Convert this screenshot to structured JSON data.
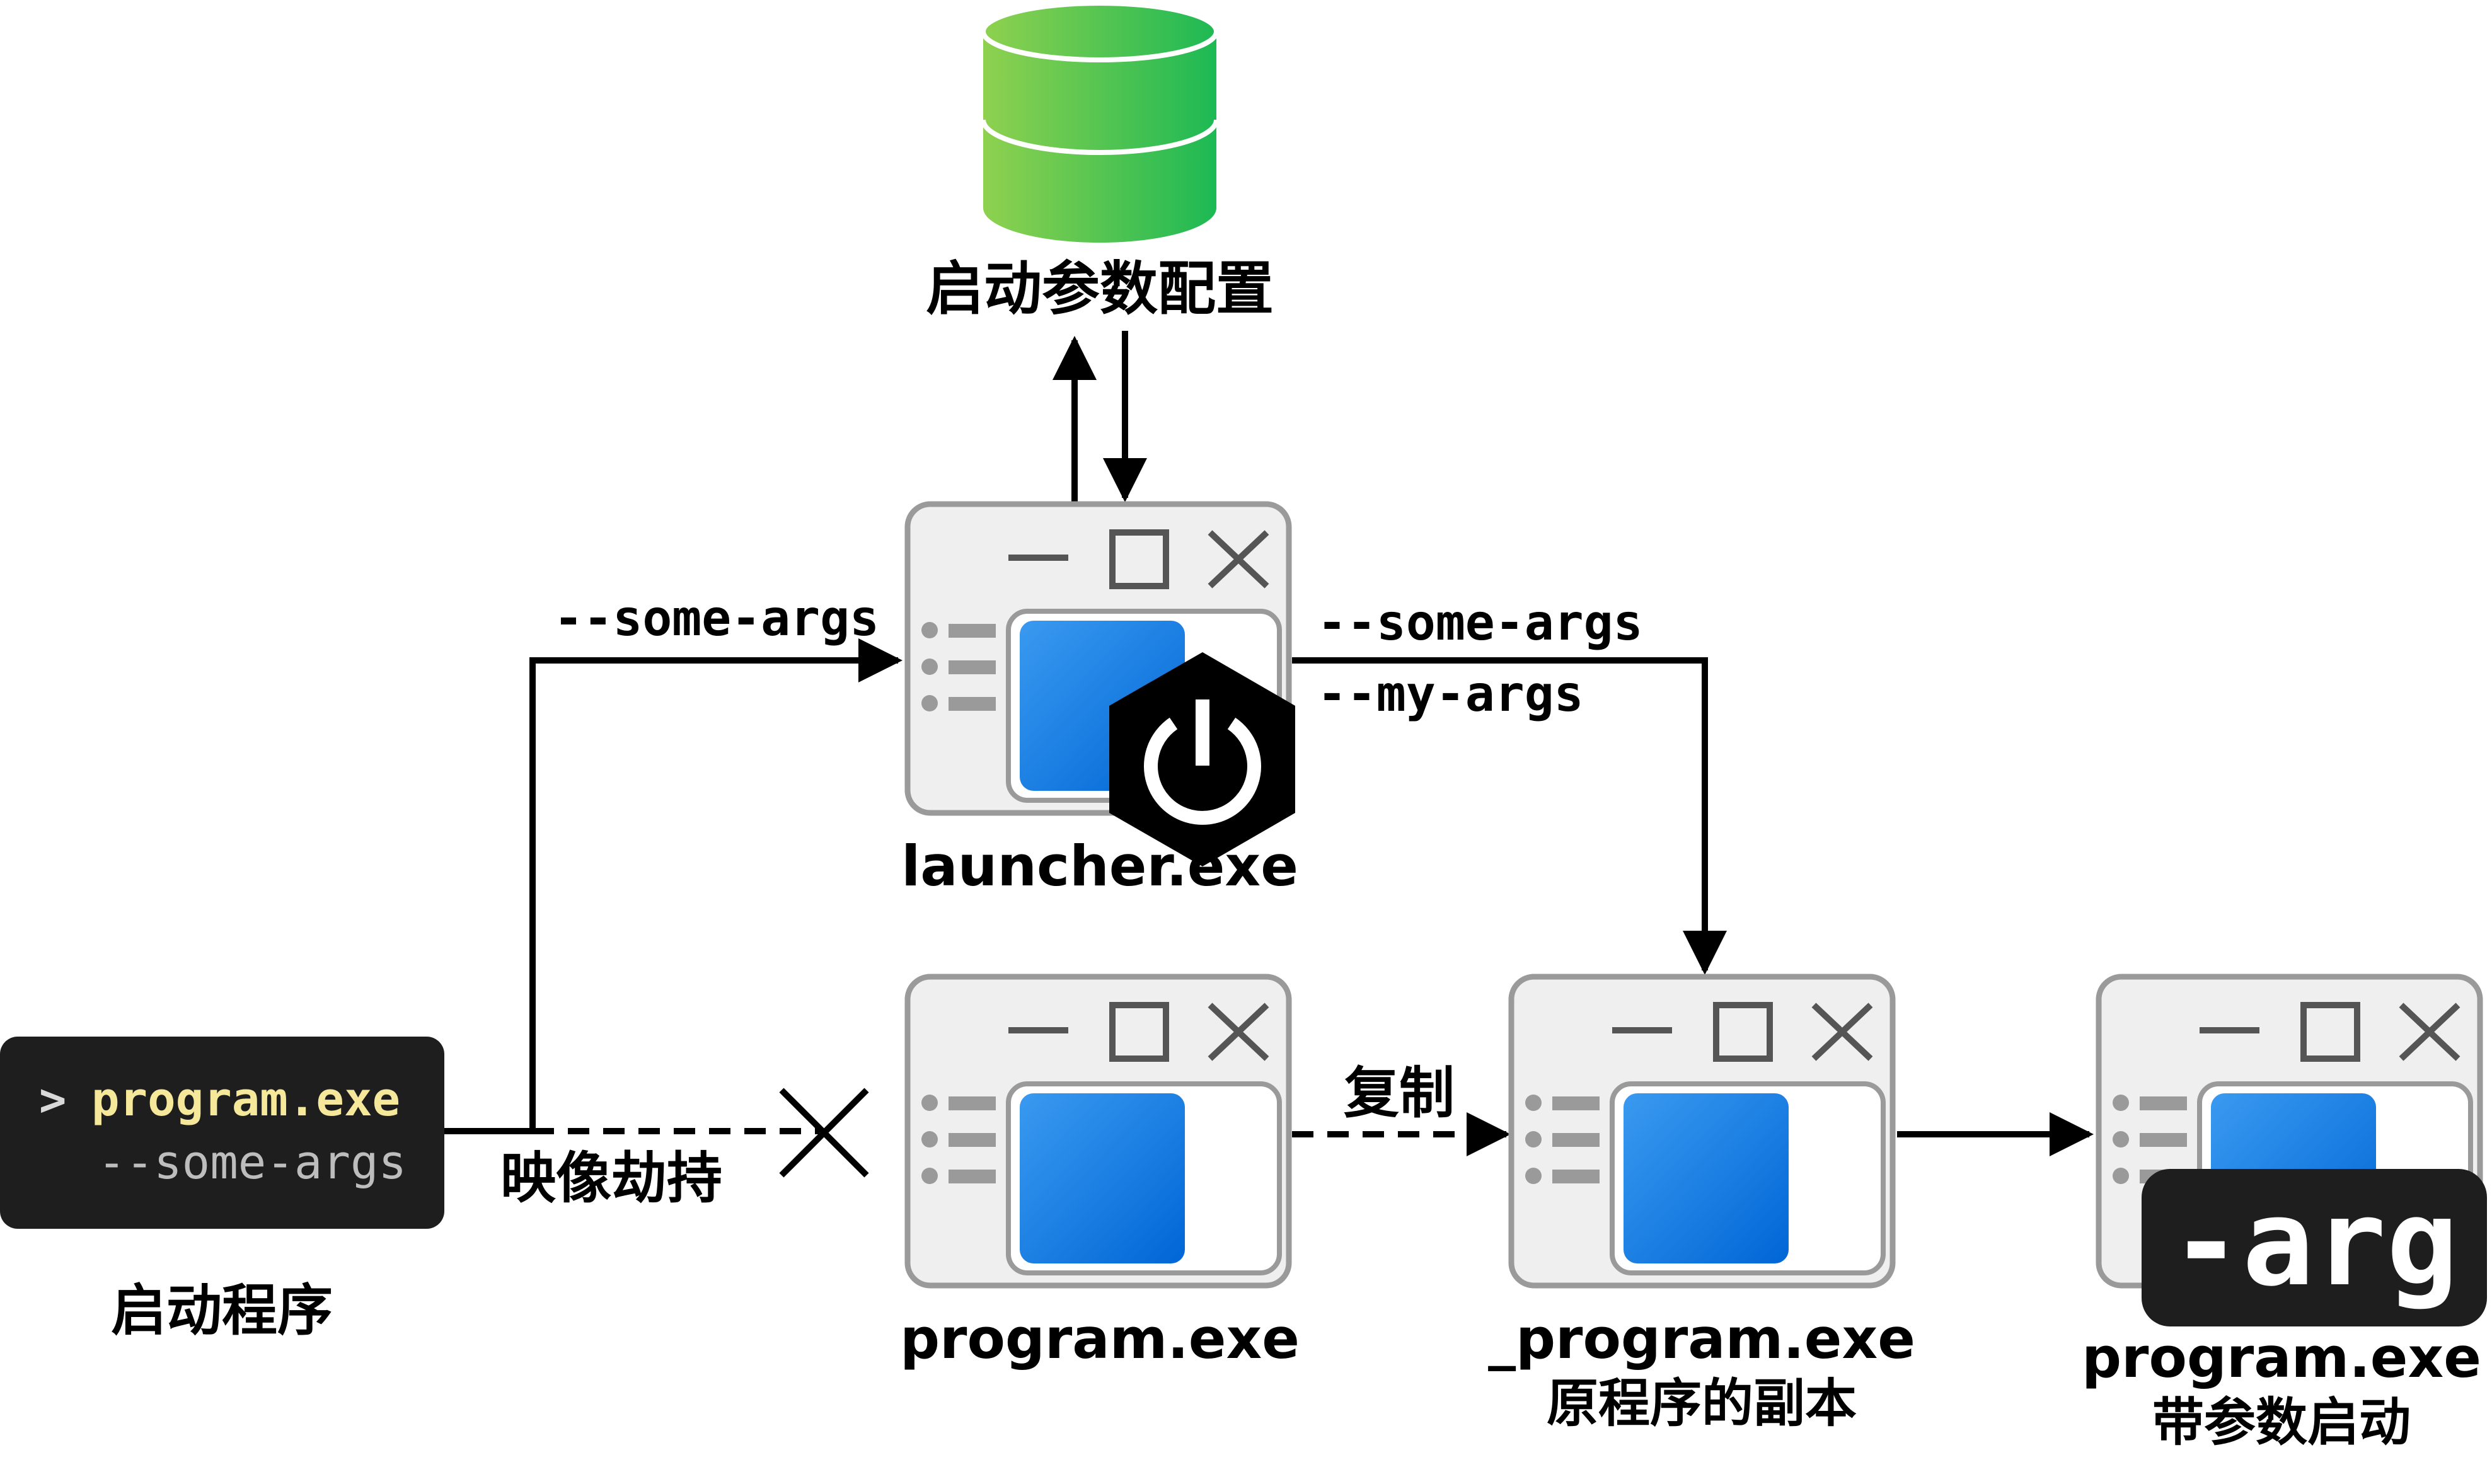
{
  "database": {
    "label": "启动参数配置",
    "colors": {
      "top": "#8fd14f",
      "bottom": "#1db954"
    }
  },
  "terminal": {
    "prompt": ">",
    "command": "program.exe",
    "args": "--some-args",
    "caption": "启动程序",
    "colors": {
      "bg": "#1e1e1e",
      "command": "#f5e89a",
      "args": "#bdbdbd",
      "prompt": "#d9d9d9"
    }
  },
  "launcher": {
    "label": "launcher.exe",
    "incoming_args": "--some-args",
    "outgoing_args": [
      "--some-args",
      "--my-args"
    ]
  },
  "program": {
    "label": "program.exe",
    "hijack_label": "映像劫持"
  },
  "copy": {
    "edge_label": "复制",
    "label_line1": "_program.exe",
    "label_line2": "原程序的副本"
  },
  "result": {
    "badge": "-arg",
    "label_line1": "program.exe",
    "label_line2": "带参数启动"
  },
  "colors": {
    "window_bg": "#efefef",
    "window_border": "#9a9a9a",
    "app_blue_light": "#3a9af0",
    "app_blue_dark": "#0066d6",
    "line": "#000000"
  }
}
